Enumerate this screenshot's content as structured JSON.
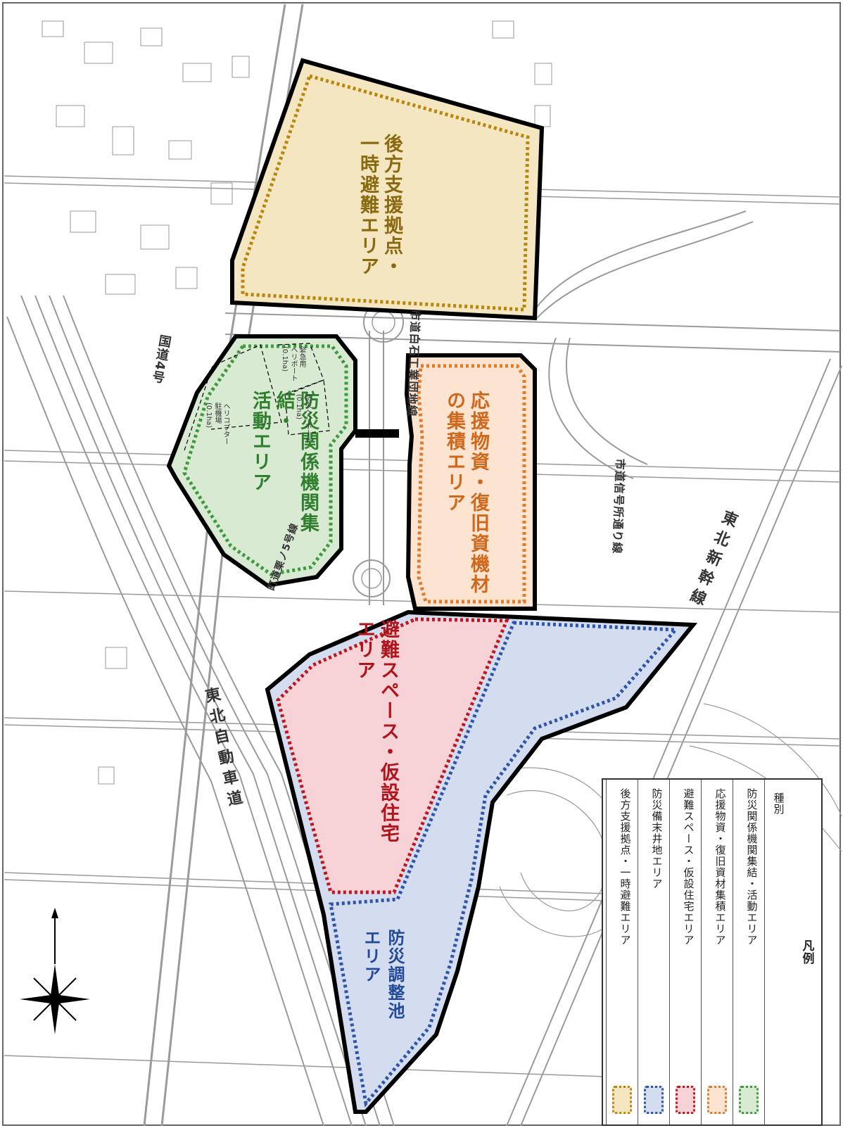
{
  "areas": {
    "rear_support": {
      "line1": "後方支援拠点・",
      "line2": "一時避難エリア",
      "color": "#b8860b"
    },
    "disaster_orgs": {
      "line1": "防災関係機関集結・",
      "line2": "活動エリア",
      "color": "#3f9a3f"
    },
    "relief_goods": {
      "line1": "応援物資・復旧資機材",
      "line2": "の集積エリア",
      "color": "#e07a2e"
    },
    "evacuation": {
      "line1": "避難スペース・仮設住宅",
      "line2": "エリア",
      "color": "#c0161d"
    },
    "retention_pond": {
      "line1": "防災調整池",
      "line2": "エリア",
      "color": "#2e55a8"
    }
  },
  "sub_areas": {
    "heli_parking": {
      "name": "ヘリコプター",
      "detail": "駐機場",
      "size": "(0.1ha)"
    },
    "emergency_heliport": {
      "name": "緊急用",
      "detail": "ヘリポート",
      "size": "(0.1ha)"
    },
    "disaster_heliport": {
      "name": "防災ヘリポート",
      "size": "(0.1ha)"
    }
  },
  "roads": {
    "route4": "国道4号",
    "industrial": "市道白石工業団地線",
    "signal": "市道信号所通り線",
    "okuradani": "町道栗ノ5号線",
    "tohoku_exp": "東北自動車道",
    "shinkansen": "東北新幹線"
  },
  "legend": {
    "title": "凡例",
    "header": "種別",
    "items": [
      {
        "label": "防災関係機関集結・活動エリア",
        "color": "#3f9a3f",
        "fill": "#d9ead3"
      },
      {
        "label": "応援物資・復旧資材集積エリア",
        "color": "#e07a2e",
        "fill": "#fce4d0"
      },
      {
        "label": "避難スペース・仮設住宅エリア",
        "color": "#c0161d",
        "fill": "#f7d2d6"
      },
      {
        "label": "防災備末井地エリア",
        "color": "#2e55a8",
        "fill": "#d4dcef"
      },
      {
        "label": "後方支援拠点・一時避難エリア",
        "color": "#b8860b",
        "fill": "#f5e6c2"
      }
    ]
  },
  "colors": {
    "road": "#9a9a9a",
    "boundary": "#000000"
  }
}
